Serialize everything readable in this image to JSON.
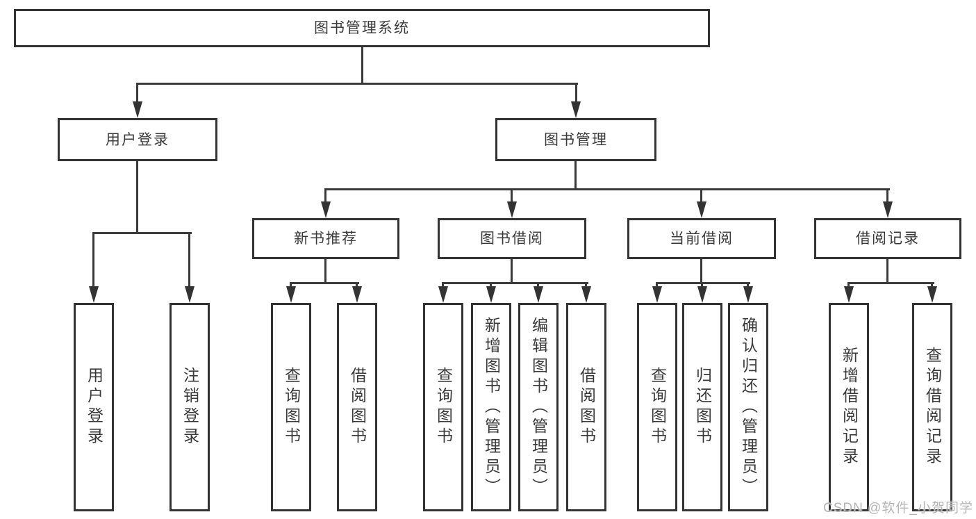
{
  "title": "图书管理系统",
  "watermark": {
    "text": "CSDN @软件_小贺同学"
  },
  "colors": {
    "line": "#3a3a3a",
    "box_border": "#333333",
    "background": "#ffffff",
    "text": "#3a3a3a",
    "watermark": "#b5b5b5"
  },
  "tree": {
    "root": {
      "label": "图书管理系统"
    },
    "branches": [
      {
        "label": "用户登录",
        "children": [
          {
            "label": "用户登录"
          },
          {
            "label": "注销登录"
          }
        ]
      },
      {
        "label": "图书管理",
        "children": [
          {
            "label": "新书推荐",
            "children": [
              {
                "label": "查询图书"
              },
              {
                "label": "借阅图书"
              }
            ]
          },
          {
            "label": "图书借阅",
            "children": [
              {
                "label": "查询图书"
              },
              {
                "label": "新增图书（管理员）"
              },
              {
                "label": "编辑图书（管理员）"
              },
              {
                "label": "借阅图书"
              }
            ]
          },
          {
            "label": "当前借阅",
            "children": [
              {
                "label": "查询图书"
              },
              {
                "label": "归还图书"
              },
              {
                "label": "确认归还（管理员）"
              }
            ]
          },
          {
            "label": "借阅记录",
            "children": [
              {
                "label": "新增借阅记录"
              },
              {
                "label": "查询借阅记录"
              }
            ]
          }
        ]
      }
    ]
  }
}
